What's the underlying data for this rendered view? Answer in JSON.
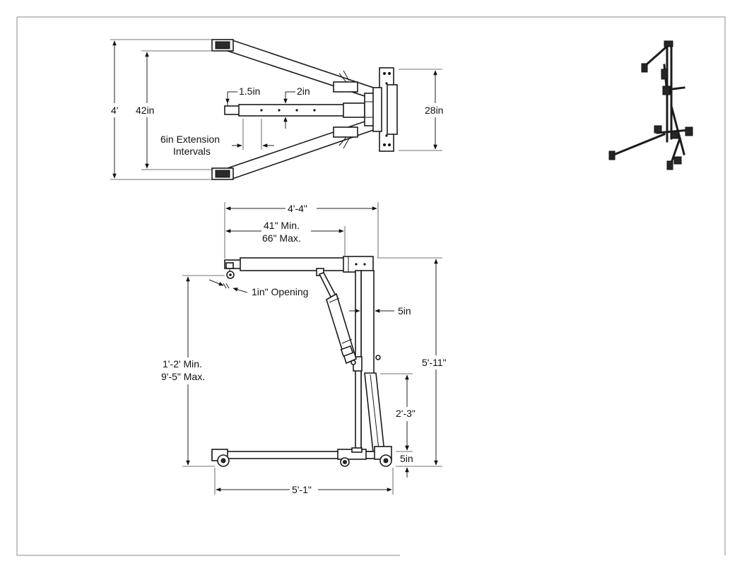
{
  "top_view": {
    "overall_width_label": "4'",
    "inner_width_label": "42in",
    "boom_offset_a_label": "1.5in",
    "boom_offset_b_label": "2in",
    "extension_label_line1": "6in Extension",
    "extension_label_line2": "Intervals",
    "mast_plate_width_label": "28in"
  },
  "side_view": {
    "overall_length_label": "4'-4\"",
    "boom_min_label": "41\" Min.",
    "boom_max_label": "66\" Max.",
    "hook_opening_label": "1in\" Opening",
    "mast_width_label": "5in",
    "lift_min_label": "1'-2' Min.",
    "lift_max_label": "9'-5\" Max.",
    "overall_height_label": "5'-11\"",
    "handle_height_label": "2'-3\"",
    "ground_clearance_label": "5in",
    "base_length_label": "5'-1\""
  }
}
